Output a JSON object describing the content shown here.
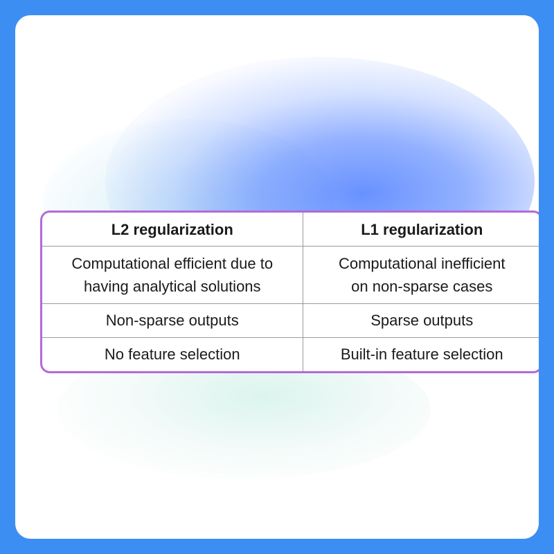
{
  "colors": {
    "frame": "#3d8ef2",
    "table_border": "#b469d8",
    "grid_line": "#9a9a9a",
    "text": "#1a1a1a"
  },
  "table": {
    "headers": [
      "L2 regularization",
      "L1 regularization"
    ],
    "rows": [
      {
        "l2": [
          "Computational efficient due to",
          "having analytical solutions"
        ],
        "l1": [
          "Computational inefficient",
          "on non-sparse cases"
        ]
      },
      {
        "l2": [
          "Non-sparse outputs"
        ],
        "l1": [
          "Sparse outputs"
        ]
      },
      {
        "l2": [
          "No feature selection"
        ],
        "l1": [
          "Built-in feature selection"
        ]
      }
    ]
  }
}
